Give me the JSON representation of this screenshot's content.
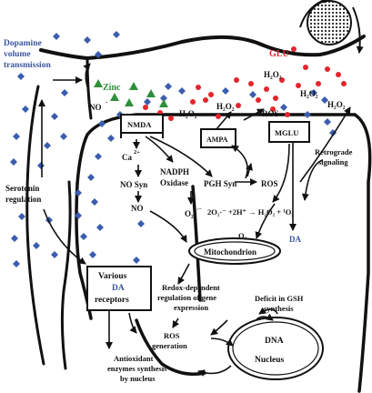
{
  "colors": {
    "dopamine": "#3b5db0",
    "zinc": "#2f8f3a",
    "glu": "#e3262d",
    "line": "#111111"
  },
  "labels": {
    "dopamine_volume_transmission": [
      "Dopamine",
      "volume",
      "transmission"
    ],
    "zinc": "Zinc",
    "glu": "GLU",
    "no_top": "NO",
    "no_top_sup": "·",
    "nmda": "NMDA",
    "h2o2_a": "H₂O₂",
    "h2o2_b": "H₂O₂",
    "h2o2_c": "H₂O₂",
    "h2o2_d": "H₂O₂",
    "h2o2_e": "H₂O₂",
    "ros_top": "ROS",
    "ampa": "AMPA",
    "mglu": "MGLU",
    "retrograde_signaling": [
      "Retrograde",
      "signaling"
    ],
    "ca": "Ca",
    "ca_sup": "2+",
    "nadph_oxidase": [
      "NADPH",
      "Oxidase"
    ],
    "pgh_syn": "PGH Syn",
    "ros_mid": "ROS",
    "no_syn": "NO Syn",
    "no_mid": "NO",
    "o2_minus": "O₂",
    "o2_minus_sup": "·−",
    "reaction": "2O₂·⁻ +2H⁺ → H₂O₂ + ¹O₂",
    "o2_mito": "O₂",
    "da": "DA",
    "serotonin_regulation": [
      "Serotonin",
      "regulation"
    ],
    "mitochondrion": "Mitochondrion",
    "various": "Various",
    "da_receptor": "DA",
    "receptors": "receptors",
    "redox_dependent": [
      "Redox-dependent",
      "regulation of gene",
      "expression"
    ],
    "deficit_gsh": [
      "Deficit in GSH",
      "synthesis"
    ],
    "ros_generation": [
      "ROS",
      "generation"
    ],
    "dna": "DNA",
    "nucleus": "Nucleus",
    "antioxidant": [
      "Antioxidant",
      "enzymes synthesis",
      "by nucleus"
    ]
  }
}
